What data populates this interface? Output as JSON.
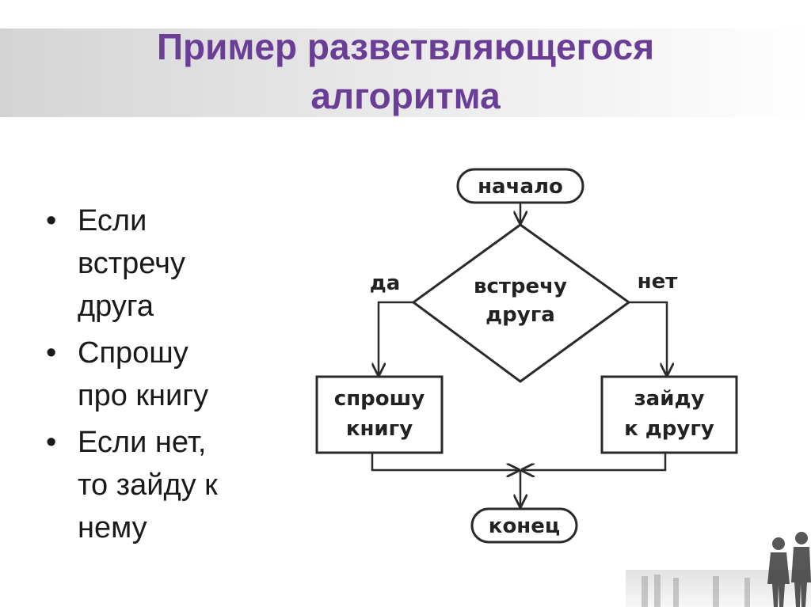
{
  "slide": {
    "title_lines": [
      "Пример разветвляющегося",
      "алгоритма"
    ],
    "colors": {
      "title": "#6a3d97",
      "text": "#1a1a1a",
      "diagram_stroke": "#2a2a2a"
    }
  },
  "bullets": [
    {
      "lines": [
        "Если",
        "встречу",
        "друга"
      ]
    },
    {
      "lines": [
        "Спрошу",
        "про книгу"
      ]
    },
    {
      "lines": [
        "Если нет,",
        "то зайду к",
        "нему"
      ]
    }
  ],
  "flowchart": {
    "start": "начало",
    "decision": [
      "встречу",
      "друга"
    ],
    "yes_label": "да",
    "no_label": "нет",
    "yes_action": [
      "спрошу",
      "книгу"
    ],
    "no_action": [
      "зайду",
      "к другу"
    ],
    "end": "конец"
  },
  "decor": {
    "icon": "business-people-silhouette-icon"
  }
}
